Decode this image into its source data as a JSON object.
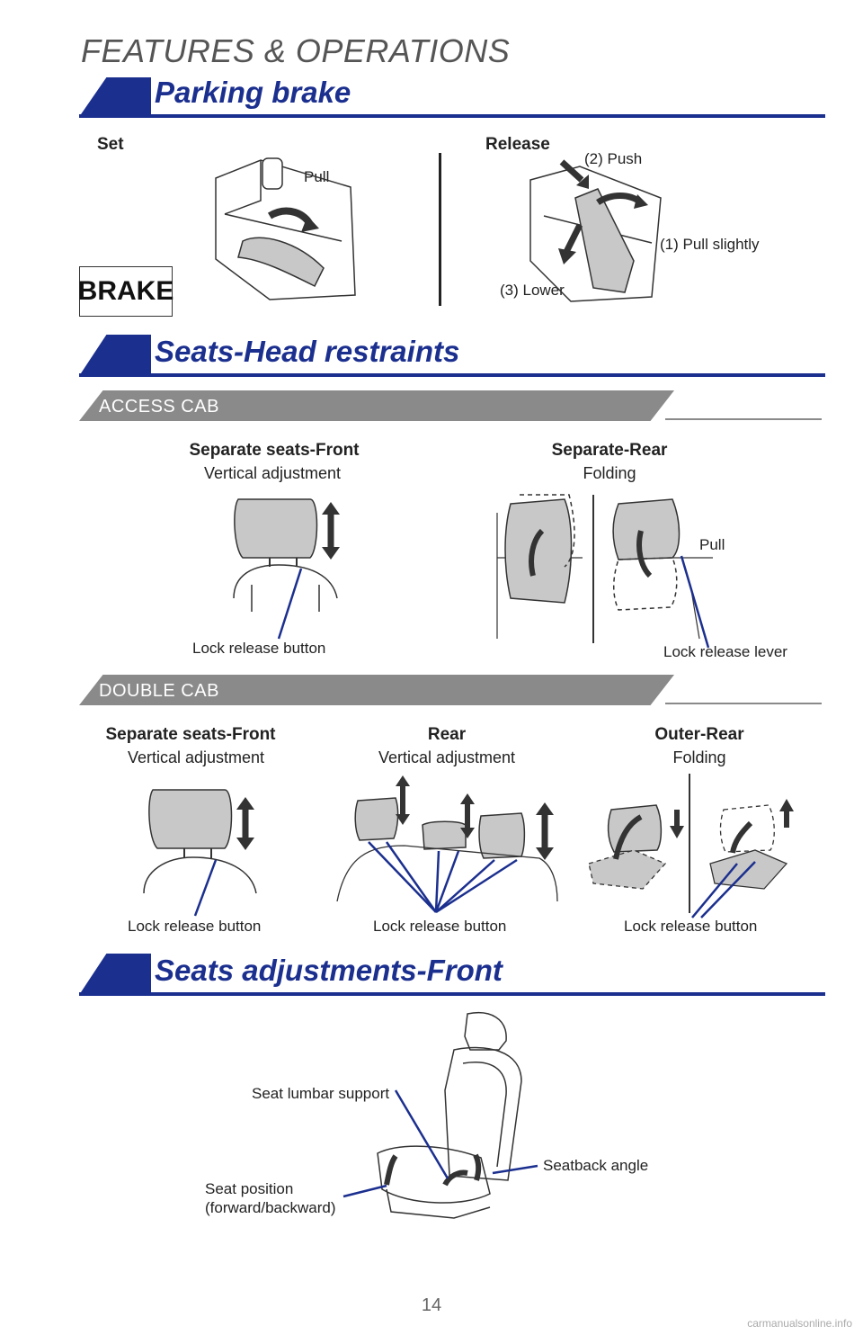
{
  "header": {
    "title": "FEATURES & OPERATIONS"
  },
  "parking_brake": {
    "title": "Parking brake",
    "set_label": "Set",
    "pull_label": "Pull",
    "brake_indicator": "BRAKE",
    "release_label": "Release",
    "push_label": "(2) Push",
    "pull_slightly_label": "(1) Pull slightly",
    "lower_label": "(3) Lower"
  },
  "head_restraints": {
    "title": "Seats-Head restraints",
    "access_cab": {
      "band_label": "ACCESS CAB",
      "front_title": "Separate seats-Front",
      "front_sub": "Vertical adjustment",
      "front_button": "Lock release button",
      "rear_title": "Separate-Rear",
      "rear_sub": "Folding",
      "rear_pull": "Pull",
      "rear_lever": "Lock release lever"
    },
    "double_cab": {
      "band_label": "DOUBLE CAB",
      "front_title": "Separate seats-Front",
      "front_sub": "Vertical adjustment",
      "front_button": "Lock release button",
      "rear_title": "Rear",
      "rear_sub": "Vertical adjustment",
      "rear_button": "Lock release button",
      "outer_title": "Outer-Rear",
      "outer_sub": "Folding",
      "outer_button": "Lock release button"
    }
  },
  "seat_adjustments": {
    "title": "Seats adjustments-Front",
    "lumbar": "Seat lumbar support",
    "seatback": "Seatback angle",
    "position_line1": "Seat position",
    "position_line2": "(forward/backward)"
  },
  "footer": {
    "page_number": "14",
    "watermark": "carmanualsonline.info"
  },
  "colors": {
    "accent": "#1b2f8f",
    "band_gray": "#8a8a8a",
    "illustration_fill": "#c8c8c8"
  }
}
